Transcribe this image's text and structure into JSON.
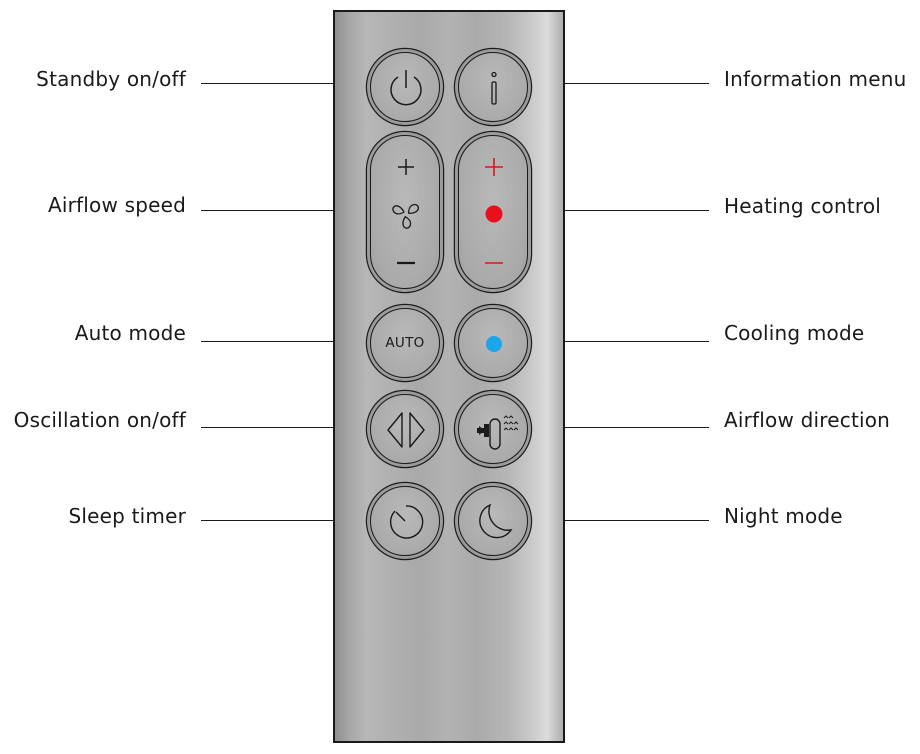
{
  "labels": {
    "standby": "Standby on/off",
    "airflow_speed": "Airflow speed",
    "auto_mode": "Auto mode",
    "oscillation": "Oscillation on/off",
    "sleep_timer": "Sleep timer",
    "information_menu": "Information menu",
    "heating_control": "Heating control",
    "cooling_mode": "Cooling mode",
    "airflow_direction": "Airflow direction",
    "night_mode": "Night mode"
  },
  "remote": {
    "auto_button_text": "AUTO"
  },
  "colors": {
    "heating": "#e8101c",
    "cooling": "#1aa6ea"
  },
  "icons": {
    "standby": "power-icon",
    "information": "info-icon",
    "airflow_speed": "fan-icon",
    "heating": "heat-dot-icon",
    "cooling": "cool-dot-icon",
    "oscillation": "oscillation-icon",
    "airflow_direction": "airflow-direction-icon",
    "sleep_timer": "timer-icon",
    "night_mode": "moon-icon"
  }
}
